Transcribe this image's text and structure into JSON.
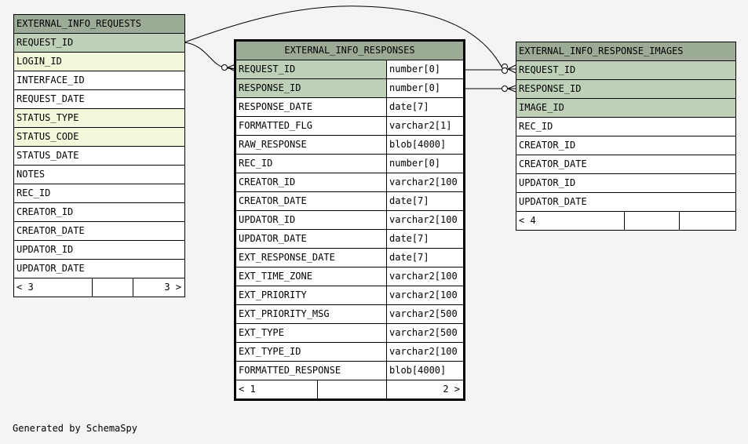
{
  "tables": {
    "requests": {
      "name": "EXTERNAL_INFO_REQUESTS",
      "columns": [
        "REQUEST_ID",
        "LOGIN_ID",
        "INTERFACE_ID",
        "REQUEST_DATE",
        "STATUS_TYPE",
        "STATUS_CODE",
        "STATUS_DATE",
        "NOTES",
        "REC_ID",
        "CREATOR_ID",
        "CREATOR_DATE",
        "UPDATOR_ID",
        "UPDATOR_DATE"
      ],
      "footer": {
        "left": "< 3",
        "right": "3 >"
      }
    },
    "responses": {
      "name": "EXTERNAL_INFO_RESPONSES",
      "columns": [
        {
          "name": "REQUEST_ID",
          "type": "number[0]"
        },
        {
          "name": "RESPONSE_ID",
          "type": "number[0]"
        },
        {
          "name": "RESPONSE_DATE",
          "type": "date[7]"
        },
        {
          "name": "FORMATTED_FLG",
          "type": "varchar2[1]"
        },
        {
          "name": "RAW_RESPONSE",
          "type": "blob[4000]"
        },
        {
          "name": "REC_ID",
          "type": "number[0]"
        },
        {
          "name": "CREATOR_ID",
          "type": "varchar2[100"
        },
        {
          "name": "CREATOR_DATE",
          "type": "date[7]"
        },
        {
          "name": "UPDATOR_ID",
          "type": "varchar2[100"
        },
        {
          "name": "UPDATOR_DATE",
          "type": "date[7]"
        },
        {
          "name": "EXT_RESPONSE_DATE",
          "type": "date[7]"
        },
        {
          "name": "EXT_TIME_ZONE",
          "type": "varchar2[100"
        },
        {
          "name": "EXT_PRIORITY",
          "type": "varchar2[100"
        },
        {
          "name": "EXT_PRIORITY_MSG",
          "type": "varchar2[500"
        },
        {
          "name": "EXT_TYPE",
          "type": "varchar2[500"
        },
        {
          "name": "EXT_TYPE_ID",
          "type": "varchar2[100"
        },
        {
          "name": "FORMATTED_RESPONSE",
          "type": "blob[4000]"
        }
      ],
      "footer": {
        "left": "< 1",
        "right": "2 >"
      }
    },
    "images": {
      "name": "EXTERNAL_INFO_RESPONSE_IMAGES",
      "columns": [
        "REQUEST_ID",
        "RESPONSE_ID",
        "IMAGE_ID",
        "REC_ID",
        "CREATOR_ID",
        "CREATOR_DATE",
        "UPDATOR_ID",
        "UPDATOR_DATE"
      ],
      "footer": {
        "left": "< 4"
      }
    }
  },
  "footer_text": "Generated by SchemaSpy",
  "colors": {
    "header": "#9bab96",
    "primary_key": "#bed1b8",
    "indexed": "#f4f7da",
    "body": "#ffffff",
    "background": "#f4f4f4"
  }
}
